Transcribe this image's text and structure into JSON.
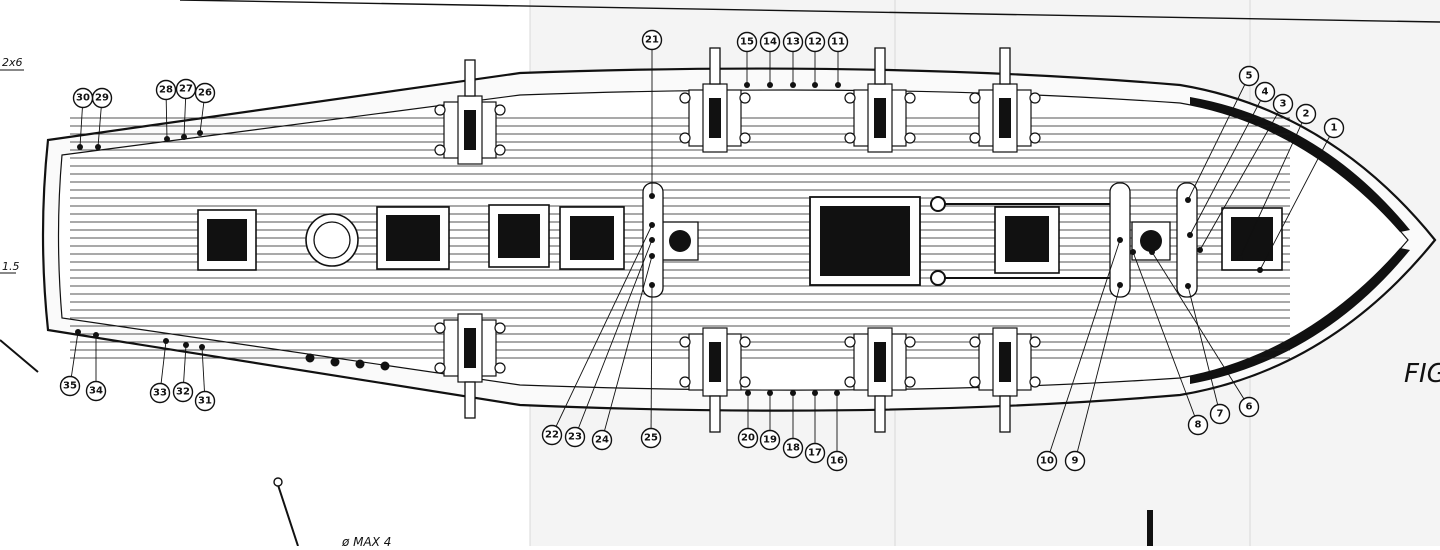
{
  "edge_labels": {
    "top_left": "2x6",
    "left_mid": "1.5",
    "bottom": "ø MAX 4",
    "right": "FIG"
  },
  "callouts": [
    {
      "label": "1"
    },
    {
      "label": "2"
    },
    {
      "label": "3"
    },
    {
      "label": "4"
    },
    {
      "label": "5"
    },
    {
      "label": "6"
    },
    {
      "label": "7"
    },
    {
      "label": "8"
    },
    {
      "label": "9"
    },
    {
      "label": "10"
    },
    {
      "label": "11"
    },
    {
      "label": "12"
    },
    {
      "label": "13"
    },
    {
      "label": "14"
    },
    {
      "label": "15"
    },
    {
      "label": "16"
    },
    {
      "label": "17"
    },
    {
      "label": "18"
    },
    {
      "label": "19"
    },
    {
      "label": "20"
    },
    {
      "label": "21"
    },
    {
      "label": "22"
    },
    {
      "label": "23"
    },
    {
      "label": "24"
    },
    {
      "label": "25"
    },
    {
      "label": "26"
    },
    {
      "label": "27"
    },
    {
      "label": "28"
    },
    {
      "label": "29"
    },
    {
      "label": "30"
    },
    {
      "label": "31"
    },
    {
      "label": "32"
    },
    {
      "label": "33"
    },
    {
      "label": "34"
    },
    {
      "label": "35"
    }
  ]
}
